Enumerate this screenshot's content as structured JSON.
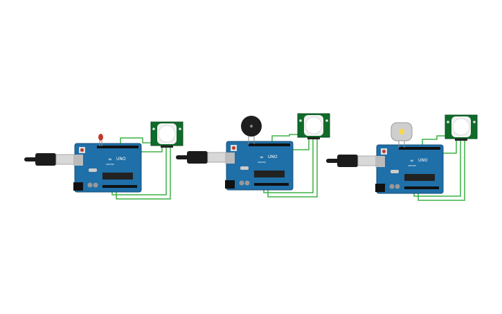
{
  "canvas": {
    "background": "#ffffff"
  },
  "colors": {
    "board": "#1f6fa8",
    "board_edge": "#164f7a",
    "wire": "#3cb043",
    "pcb": "#0f6b2a",
    "usb_cable": "#1b1b1b",
    "usb_plug": "#d8d8d8",
    "led": "#c0392b",
    "buzzer": "#1e1e1e",
    "motor": "#cfcfcf",
    "motor_center": "#f5d94a"
  },
  "circuits": [
    {
      "id": "led",
      "label": "UNO",
      "brand": "ARDUINO",
      "output_device": "led-icon",
      "sensor": "pir-sensor-icon"
    },
    {
      "id": "buzzer",
      "label": "UNO",
      "brand": "ARDUINO",
      "output_device": "buzzer-icon",
      "sensor": "pir-sensor-icon"
    },
    {
      "id": "motor",
      "label": "UNO",
      "brand": "ARDUINO",
      "output_device": "dc-motor-icon",
      "sensor": "pir-sensor-icon"
    }
  ]
}
